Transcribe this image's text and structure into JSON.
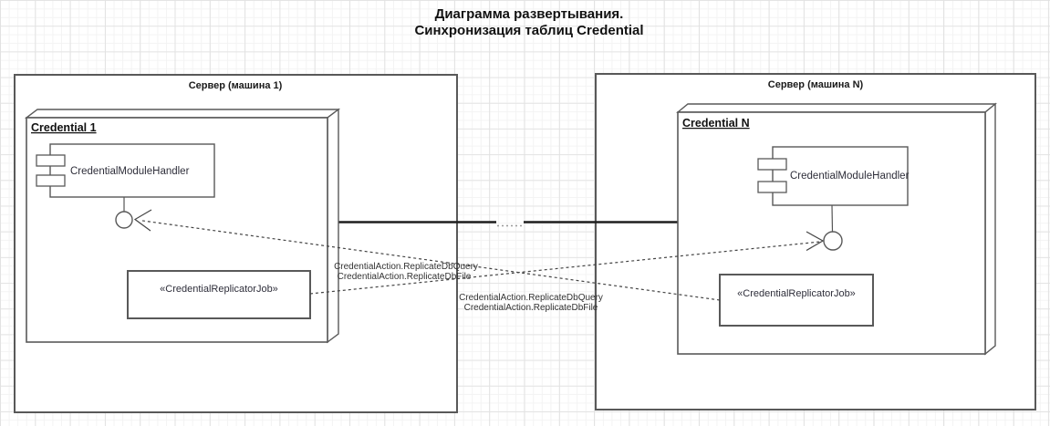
{
  "title": {
    "line1": "Диаграмма развертывания.",
    "line2": "Синхронизация таблиц Credential"
  },
  "servers": [
    {
      "label": "Сервер (машина 1)",
      "node_label": "Credential 1",
      "component": "CredentialModuleHandler",
      "job": "«CredentialReplicatorJob»"
    },
    {
      "label": "Сервер (машина N)",
      "node_label": "Credential N",
      "component": "CredentialModuleHandler",
      "job": "«CredentialReplicatorJob»"
    }
  ],
  "links": [
    {
      "line1": "CredentialAction.ReplicateDbQuery",
      "line2": "CredentialAction.ReplicateDbFile"
    },
    {
      "line1": "CredentialAction.ReplicateDbQuery",
      "line2": "CredentialAction.ReplicateDbFile"
    }
  ],
  "colors": {
    "background": "#ffffff",
    "shape_border": "#595959",
    "text": "#1f1f1f",
    "grid_minor": "#f3f3f3",
    "grid_major": "#e2e2e2"
  }
}
